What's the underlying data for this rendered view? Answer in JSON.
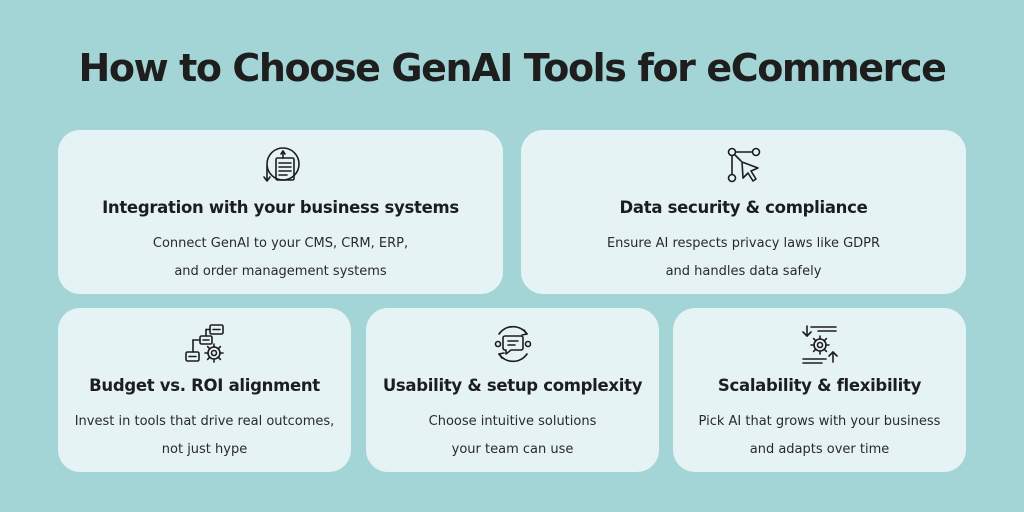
{
  "title": "How to Choose GenAI Tools for eCommerce",
  "cards": [
    {
      "icon": "integration-document-icon",
      "title": "Integration with your business systems",
      "desc_lines": [
        "Connect GenAI to your CMS, CRM, ERP,",
        "and order management systems"
      ]
    },
    {
      "icon": "data-network-cursor-icon",
      "title": "Data security & compliance",
      "desc_lines": [
        "Ensure AI respects privacy laws like GDPR",
        "and handles data safely"
      ]
    },
    {
      "icon": "budget-gear-flow-icon",
      "title": "Budget vs. ROI alignment",
      "desc_lines": [
        "Invest in tools that drive real outcomes,",
        "not just hype"
      ]
    },
    {
      "icon": "usability-chat-cycle-icon",
      "title": "Usability & setup complexity",
      "desc_lines": [
        "Choose intuitive solutions",
        "your team can use"
      ]
    },
    {
      "icon": "scalability-gear-arrows-icon",
      "title": "Scalability & flexibility",
      "desc_lines": [
        "Pick AI that grows with your business",
        "and adapts over time"
      ]
    }
  ]
}
